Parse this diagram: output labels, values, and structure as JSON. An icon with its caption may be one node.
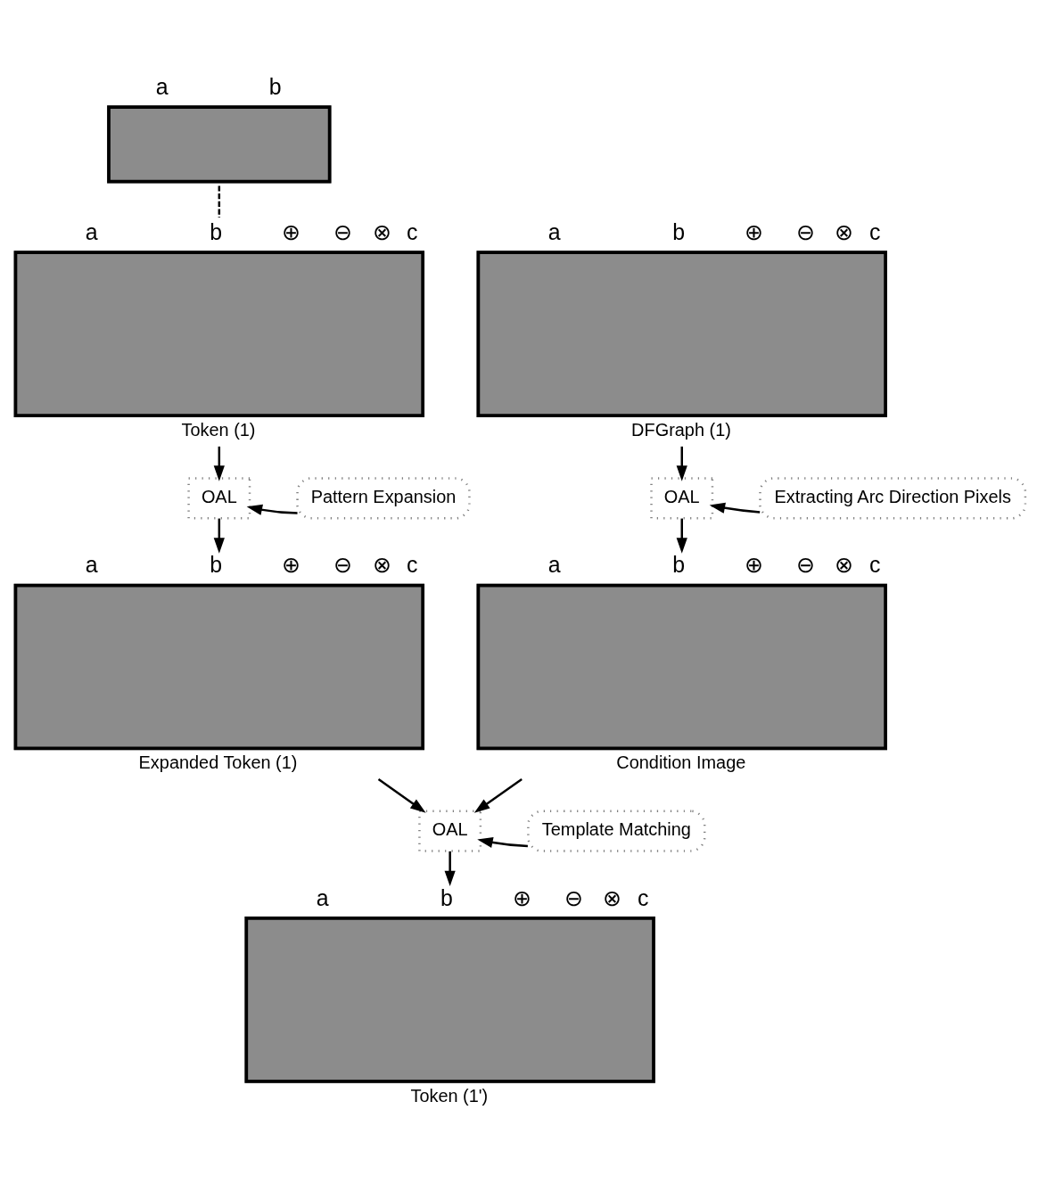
{
  "diagram": {
    "nodes": [
      {
        "text": [
          "a",
          "b"
        ]
      },
      {
        "text": [
          "a",
          "b",
          "⊕",
          "⊖",
          "⊗",
          "c",
          "Token (1)"
        ]
      },
      {
        "text": [
          "a",
          "b",
          "⊕",
          "⊖",
          "⊗",
          "c",
          "DFGraph (1)"
        ]
      },
      {
        "text": [
          "OAL"
        ]
      },
      {
        "text": [
          "Pattern Expansion"
        ]
      },
      {
        "text": [
          "OAL"
        ]
      },
      {
        "text": [
          "Extracting Arc Direction Pixels"
        ]
      },
      {
        "text": [
          "a",
          "b",
          "⊕",
          "⊖",
          "⊗",
          "c",
          "Expanded Token (1)"
        ]
      },
      {
        "text": [
          "a",
          "b",
          "⊕",
          "⊖",
          "⊗",
          "c",
          "Condition Image"
        ]
      },
      {
        "text": [
          "OAL"
        ]
      },
      {
        "text": [
          "Template Matching"
        ]
      },
      {
        "text": [
          "a",
          "b",
          "⊕",
          "⊖",
          "⊗",
          "c",
          "Token (1')"
        ]
      }
    ],
    "edges": [
      {
        "from": 0,
        "to": 1,
        "arrow": "none",
        "style": "dashed"
      },
      {
        "from": 1,
        "to": 3,
        "arrow": "to"
      },
      {
        "from": 4,
        "to": 3,
        "arrow": "to"
      },
      {
        "from": 3,
        "to": 7,
        "arrow": "to"
      },
      {
        "from": 2,
        "to": 5,
        "arrow": "to"
      },
      {
        "from": 6,
        "to": 5,
        "arrow": "to"
      },
      {
        "from": 5,
        "to": 8,
        "arrow": "to"
      },
      {
        "from": 7,
        "to": 9,
        "arrow": "to"
      },
      {
        "from": 8,
        "to": 9,
        "arrow": "to"
      },
      {
        "from": 10,
        "to": 9,
        "arrow": "to"
      },
      {
        "from": 9,
        "to": 11,
        "arrow": "to"
      }
    ]
  }
}
